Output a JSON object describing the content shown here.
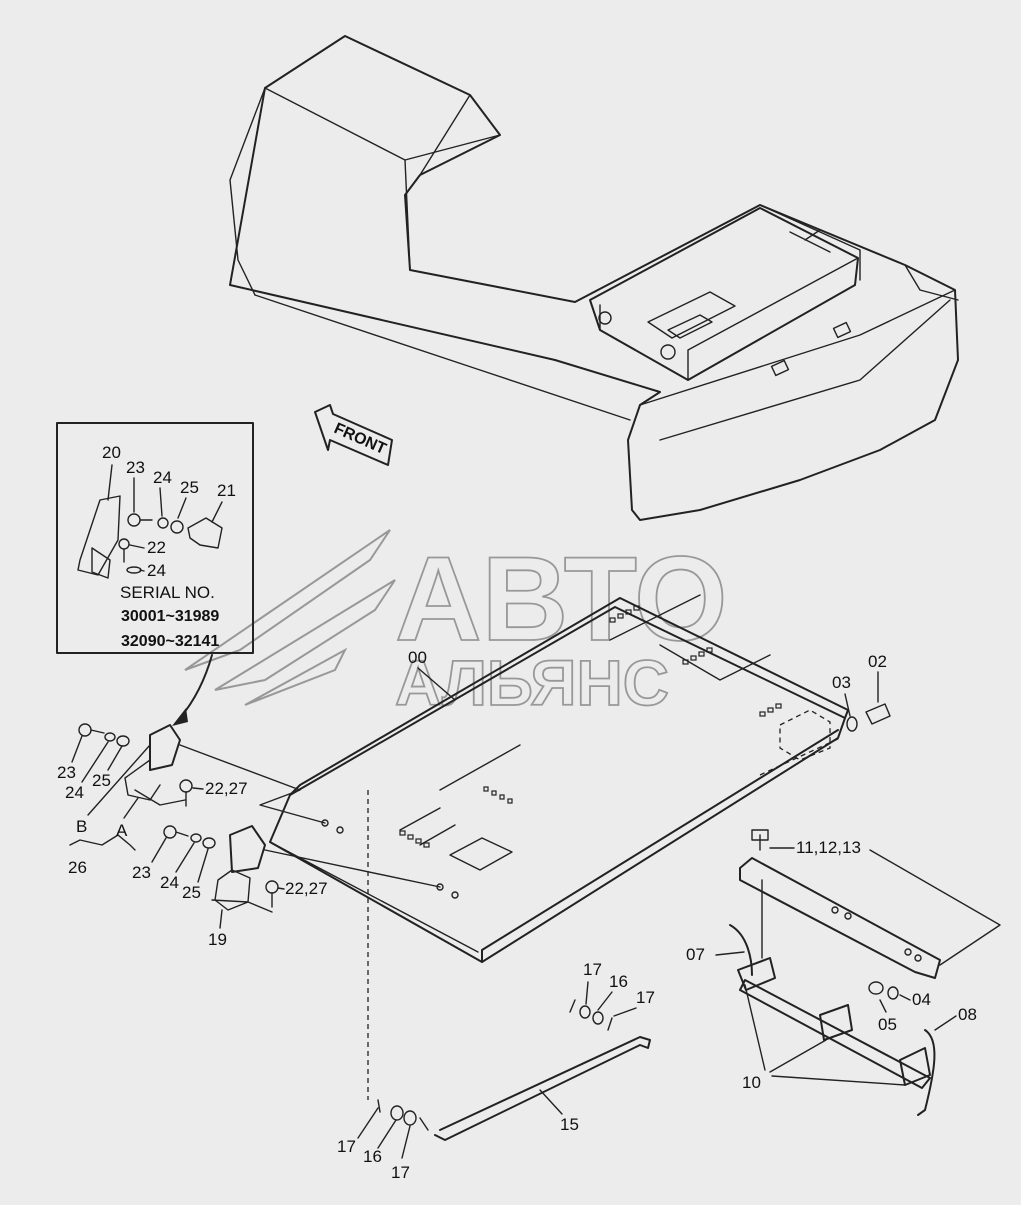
{
  "front_arrow": "FRONT",
  "watermark": {
    "line1": "АВТО",
    "line2": "АЛЬЯНС"
  },
  "inset": {
    "serial_label": "SERIAL NO.",
    "serial_range_1": "30001~31989",
    "serial_range_2": "32090~32141",
    "labels": [
      "20",
      "23",
      "24",
      "25",
      "21",
      "22",
      "24"
    ]
  },
  "labels": {
    "main_cover": "00",
    "p02": "02",
    "p03": "03",
    "p11": "11,12,13",
    "p07": "07",
    "p04": "04",
    "p05": "05",
    "p08": "08",
    "p10": "10",
    "p15": "15",
    "p16a": "16",
    "p17a": "17",
    "p17b": "17",
    "p16b": "16",
    "p17c": "17",
    "p17d": "17",
    "p19": "19",
    "p26": "26",
    "pA": "A",
    "pB": "B",
    "p23a": "23",
    "p24a": "24",
    "p25a": "25",
    "p2227a": "22,27",
    "p23b": "23",
    "p24b": "24",
    "p25b": "25",
    "p2227b": "22,27"
  }
}
